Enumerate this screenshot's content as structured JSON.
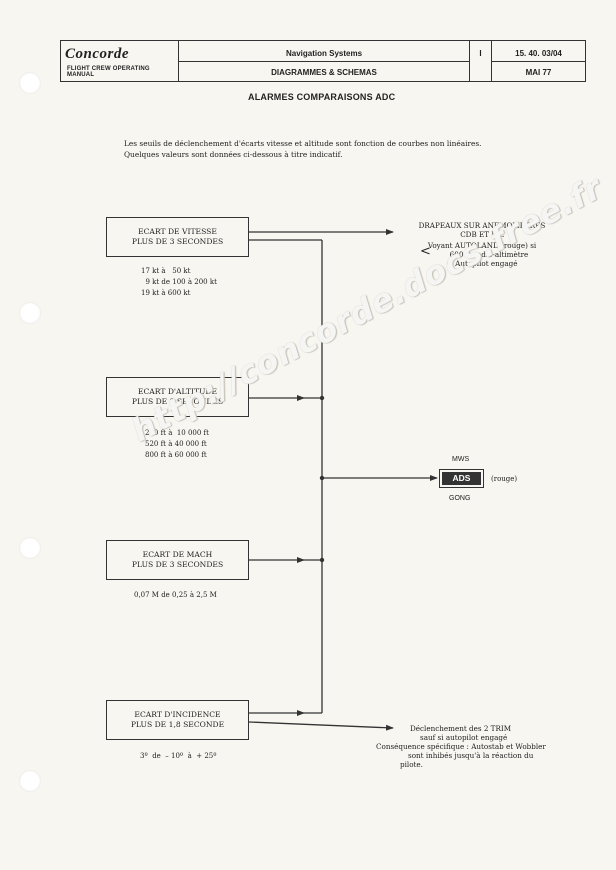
{
  "header": {
    "logo_text": "Concorde",
    "manual": "FLIGHT CREW OPERATING MANUAL",
    "system": "Navigation Systems",
    "section": "DIAGRAMMES & SCHEMAS",
    "volume": "I",
    "reference": "15. 40. 03/04",
    "date": "MAI 77"
  },
  "title": "ALARMES COMPARAISONS ADC",
  "intro": [
    "Les seuils de déclenchement d'écarts vitesse et altitude sont fonction de courbes non linéaires.",
    "Quelques valeurs sont données ci-dessous à titre indicatif."
  ],
  "boxes": [
    {
      "line1": "ECART DE VITESSE",
      "line2": "PLUS DE 3 SECONDES",
      "values": [
        "17 kt à   50 kt",
        "  9 kt de 100 à 200 kt",
        "19 kt à 600 kt"
      ]
    },
    {
      "line1": "ECART D'ALTITUDE",
      "line2": "PLUS DE 3 SECONDES",
      "values": [
        "250 ft à  10 000 ft",
        "520 ft à 40 000 ft",
        "800 ft à 60 000 ft"
      ]
    },
    {
      "line1": "ECART DE MACH",
      "line2": "PLUS DE 3 SECONDES",
      "values": [
        "0,07 M de 0,25 à 2,5 M"
      ]
    },
    {
      "line1": "ECART D'INCIDENCE",
      "line2": "PLUS DE 1,8 SECONDE",
      "values": [
        "3º  de  – 10º  à  + 25º"
      ]
    }
  ],
  "result_top": {
    "line1": "DRAPEAUX SUR ANEMOMETRES",
    "line2": "CDB ET PIL",
    "line3": "Voyant AUTOLAND (rouge) si",
    "line4": "600 ft radio-altimètre",
    "line5": "& Autopilot engagé",
    "symbol": "<"
  },
  "warning": {
    "mws": "MWS",
    "ads": "ADS",
    "color": "(rouge)",
    "gong": "GONG"
  },
  "result_bottom": {
    "line1": "Déclenchement des 2 TRIM",
    "line2": "sauf si autopilot engagé",
    "line3": "Conséquence spécifique : Autostab et Wobbler",
    "line4": "sont inhibés jusqu'à la réaction du",
    "line5": "pilote."
  },
  "watermark": "http://concorde.docs.free.fr"
}
